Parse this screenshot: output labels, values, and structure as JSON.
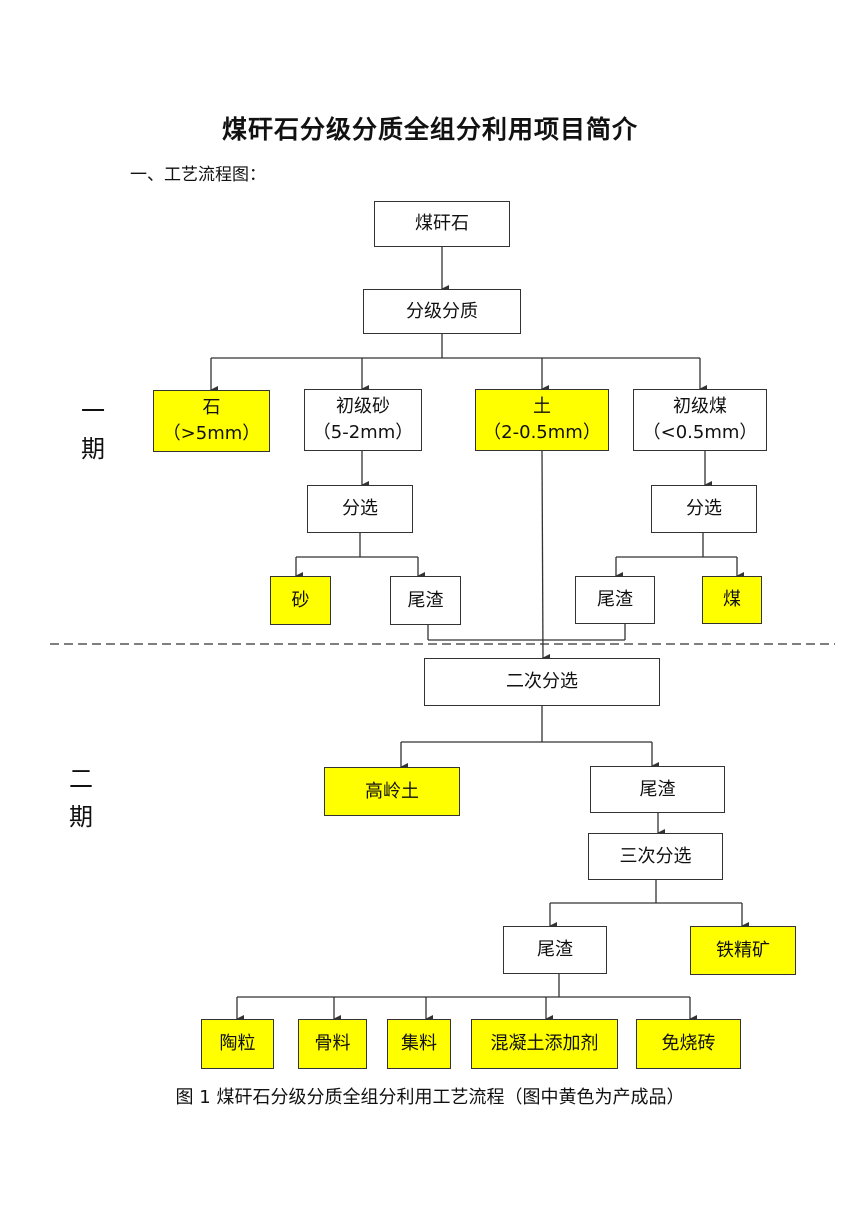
{
  "title": "煤矸石分级分质全组分利用项目简介",
  "section": "一、工艺流程图：",
  "phases": {
    "phase1": [
      "一",
      "期"
    ],
    "phase2": [
      "二",
      "期"
    ]
  },
  "nodes": {
    "coal_gangue": "煤矸石",
    "grading": "分级分质",
    "stone": "石",
    "stone_size": "（>5mm）",
    "coarse_sand": "初级砂",
    "coarse_sand_size": "（5-2mm）",
    "soil": "土",
    "soil_size": "（2-0.5mm）",
    "coarse_coal": "初级煤",
    "coarse_coal_size": "（<0.5mm）",
    "sort_left": "分选",
    "sort_right": "分选",
    "sand": "砂",
    "tailings_1": "尾渣",
    "tailings_2": "尾渣",
    "coal": "煤",
    "secondary_sort": "二次分选",
    "kaolin": "高岭土",
    "tailings_3": "尾渣",
    "tertiary_sort": "三次分选",
    "tailings_4": "尾渣",
    "iron_concentrate": "铁精矿",
    "ceramsite": "陶粒",
    "aggregate_bone": "骨料",
    "aggregate": "集料",
    "concrete_additive": "混凝土添加剂",
    "unfired_brick": "免烧砖"
  },
  "colors": {
    "product_fill": "#ffff00",
    "line": "#333333"
  },
  "caption": "图 1 煤矸石分级分质全组分利用工艺流程（图中黄色为产成品）"
}
